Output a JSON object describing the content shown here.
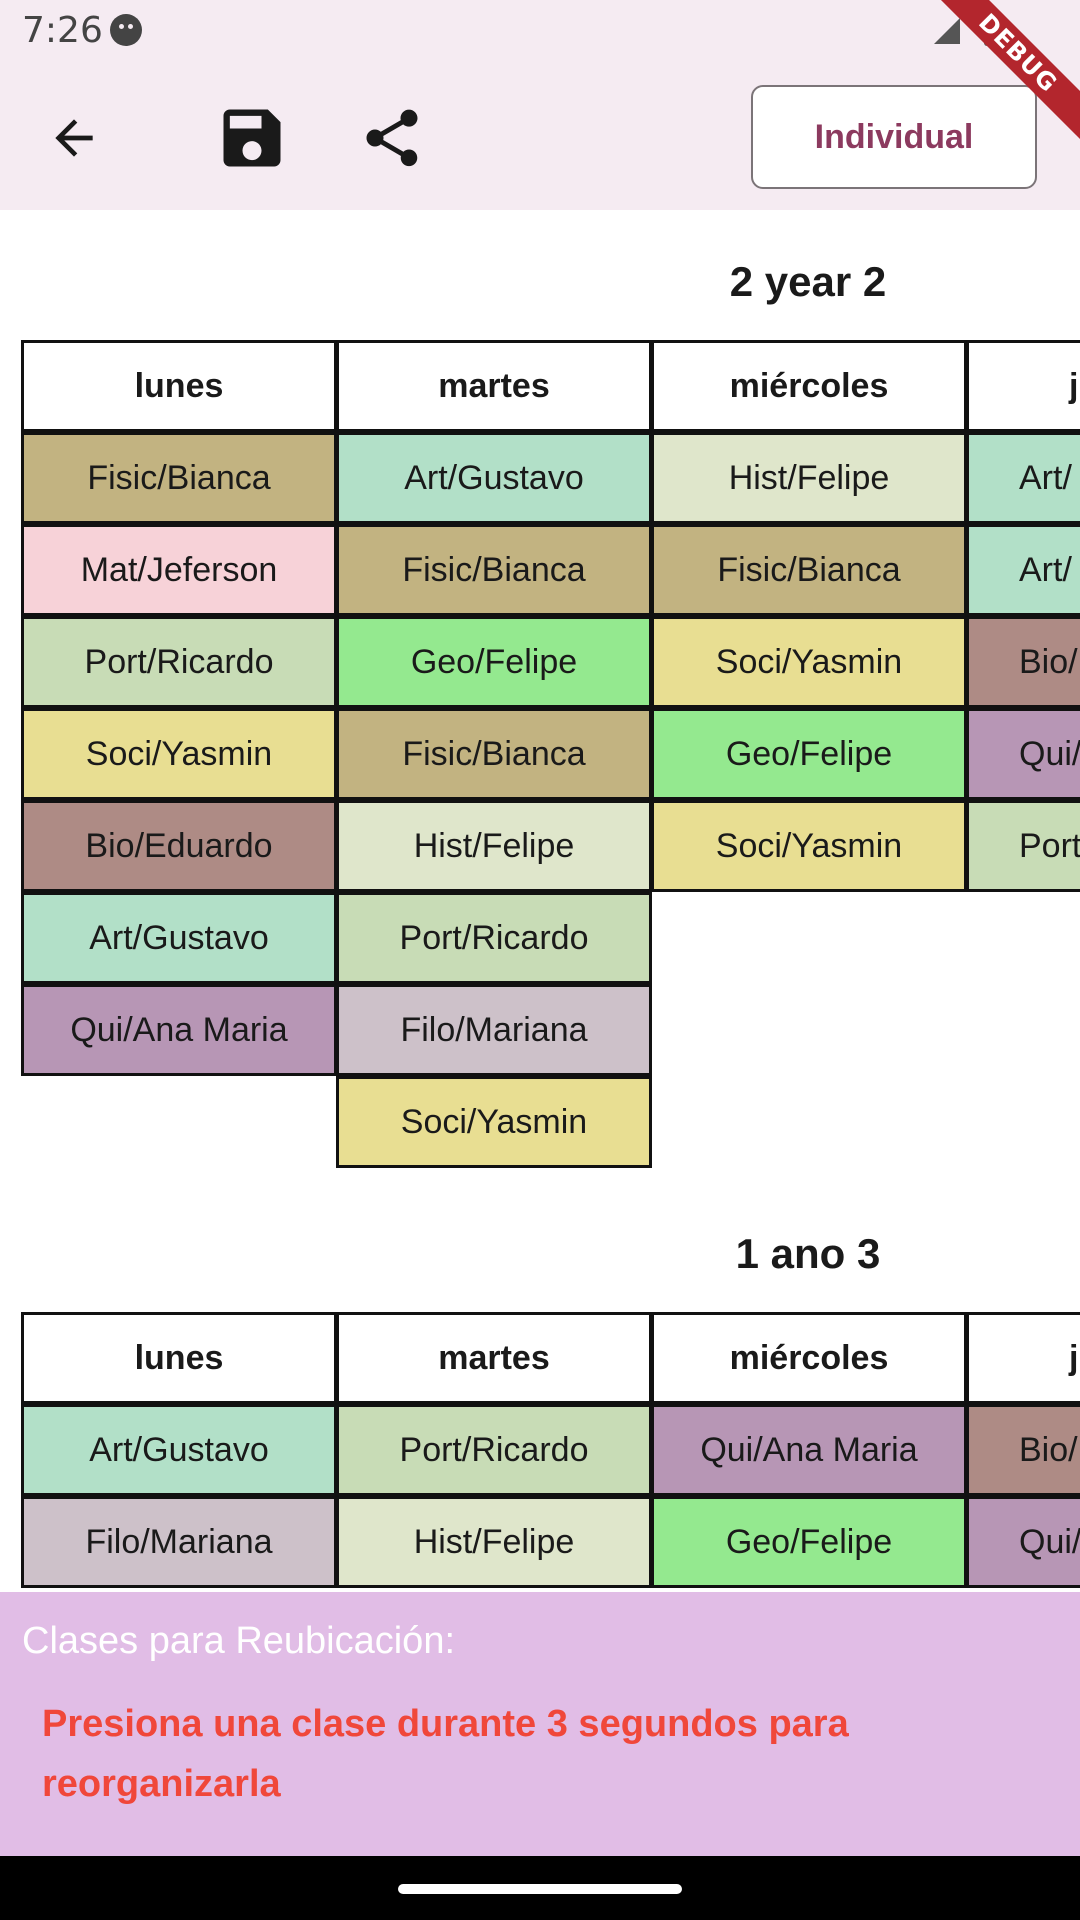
{
  "status_bar": {
    "time": "7:26"
  },
  "debug_label": "DEBUG",
  "app_bar": {
    "back_icon": "arrow-back-icon",
    "save_icon": "floppy-save-icon",
    "share_icon": "share-icon",
    "individual_label": "Individual"
  },
  "days": [
    "lunes",
    "martes",
    "miércoles",
    "j"
  ],
  "schedules": [
    {
      "title": "2 year 2",
      "columns": [
        [
          "Fisic/Bianca",
          "Mat/Jeferson",
          "Port/Ricardo",
          "Soci/Yasmin",
          "Bio/Eduardo",
          "Art/Gustavo",
          "Qui/Ana Maria"
        ],
        [
          "Art/Gustavo",
          "Fisic/Bianca",
          "Geo/Felipe",
          "Fisic/Bianca",
          "Hist/Felipe",
          "Port/Ricardo",
          "Filo/Mariana",
          "Soci/Yasmin"
        ],
        [
          "Hist/Felipe",
          "Fisic/Bianca",
          "Soci/Yasmin",
          "Geo/Felipe",
          "Soci/Yasmin"
        ],
        [
          "Art/",
          "Art/",
          "Bio/",
          "Qui/",
          "Port"
        ]
      ]
    },
    {
      "title": "1 ano 3",
      "columns": [
        [
          "Art/Gustavo",
          "Filo/Mariana"
        ],
        [
          "Port/Ricardo",
          "Hist/Felipe"
        ],
        [
          "Qui/Ana Maria",
          "Geo/Felipe"
        ],
        [
          "Bio/",
          "Qui/"
        ]
      ]
    }
  ],
  "subject_colors": {
    "Fisic": "#c2b381",
    "Mat": "#f7d2d8",
    "Port": "#c8dcb6",
    "Soci": "#e8de92",
    "Bio": "#ae8b85",
    "Art": "#b2e0c8",
    "Qui": "#b796b5",
    "Geo": "#94e98f",
    "Hist": "#dfe6cb",
    "Filo": "#cdc1c9"
  },
  "bottom_panel": {
    "title": "Clases para Reubicación:",
    "instruction": "Presiona una clase durante 3 segundos para reorganizarla"
  }
}
